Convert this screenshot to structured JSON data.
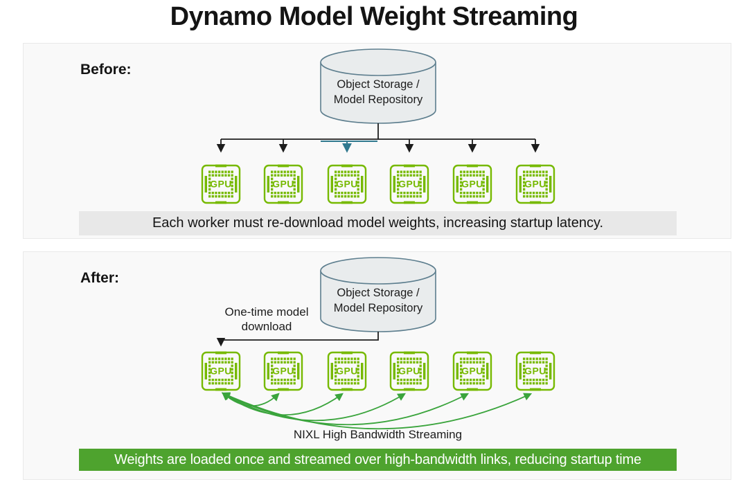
{
  "title": "Dynamo Model Weight Streaming",
  "gpu_label": "GPU",
  "before": {
    "label": "Before:",
    "storage_line1": "Object Storage /",
    "storage_line2": "Model Repository",
    "caption": "Each worker must re-download model weights, increasing startup latency."
  },
  "after": {
    "label": "After:",
    "storage_line1": "Object Storage /",
    "storage_line2": "Model Repository",
    "download_line1": "One-time model",
    "download_line2": "download",
    "streaming_label": "NIXL High Bandwidth Streaming",
    "banner": "Weights are loaded once and streamed over high-bandwidth links, reducing startup time"
  },
  "colors": {
    "nvidia_green": "#76b900",
    "stream_arrow_green": "#3aa43c",
    "banner_green": "#4ea32e",
    "connector_black": "#1c1c1c",
    "highlight_teal": "#30798f",
    "cylinder_fill": "#e9eced",
    "cylinder_stroke": "#5d7e8e",
    "caption_bar_gray": "#e8e8e8"
  }
}
